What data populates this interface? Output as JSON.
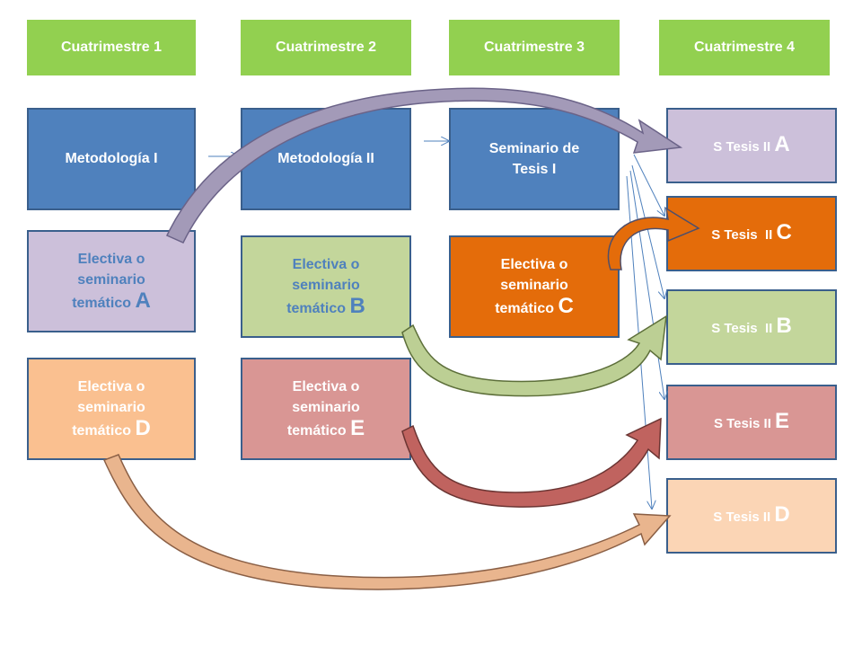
{
  "headers": [
    "Cuatrimestre 1",
    "Cuatrimestre 2",
    "Cuatrimestre 3",
    "Cuatrimestre 4"
  ],
  "core": {
    "metodologia_1": "Metodología I",
    "metodologia_2": "Metodología II",
    "seminario_1": "Seminario de Tesis I"
  },
  "electivas": {
    "line1": "Electiva o",
    "line2": "seminario",
    "line3": "temático",
    "a": "A",
    "b": "B",
    "c": "C",
    "d": "D",
    "e": "E"
  },
  "tesis": {
    "prefix": "S Tesis II",
    "prefix_spaced": "S Tesis  II",
    "a": "A",
    "c": "C",
    "b": "B",
    "e": "E",
    "d": "D"
  },
  "colors": {
    "header_green": "#92d050",
    "blue": "#4f81bd",
    "lavender": "#ccc0da",
    "orange": "#e46c0a",
    "green": "#c3d69b",
    "pink": "#d99694",
    "peach": "#fac090",
    "light_peach": "#fbd5b5"
  }
}
